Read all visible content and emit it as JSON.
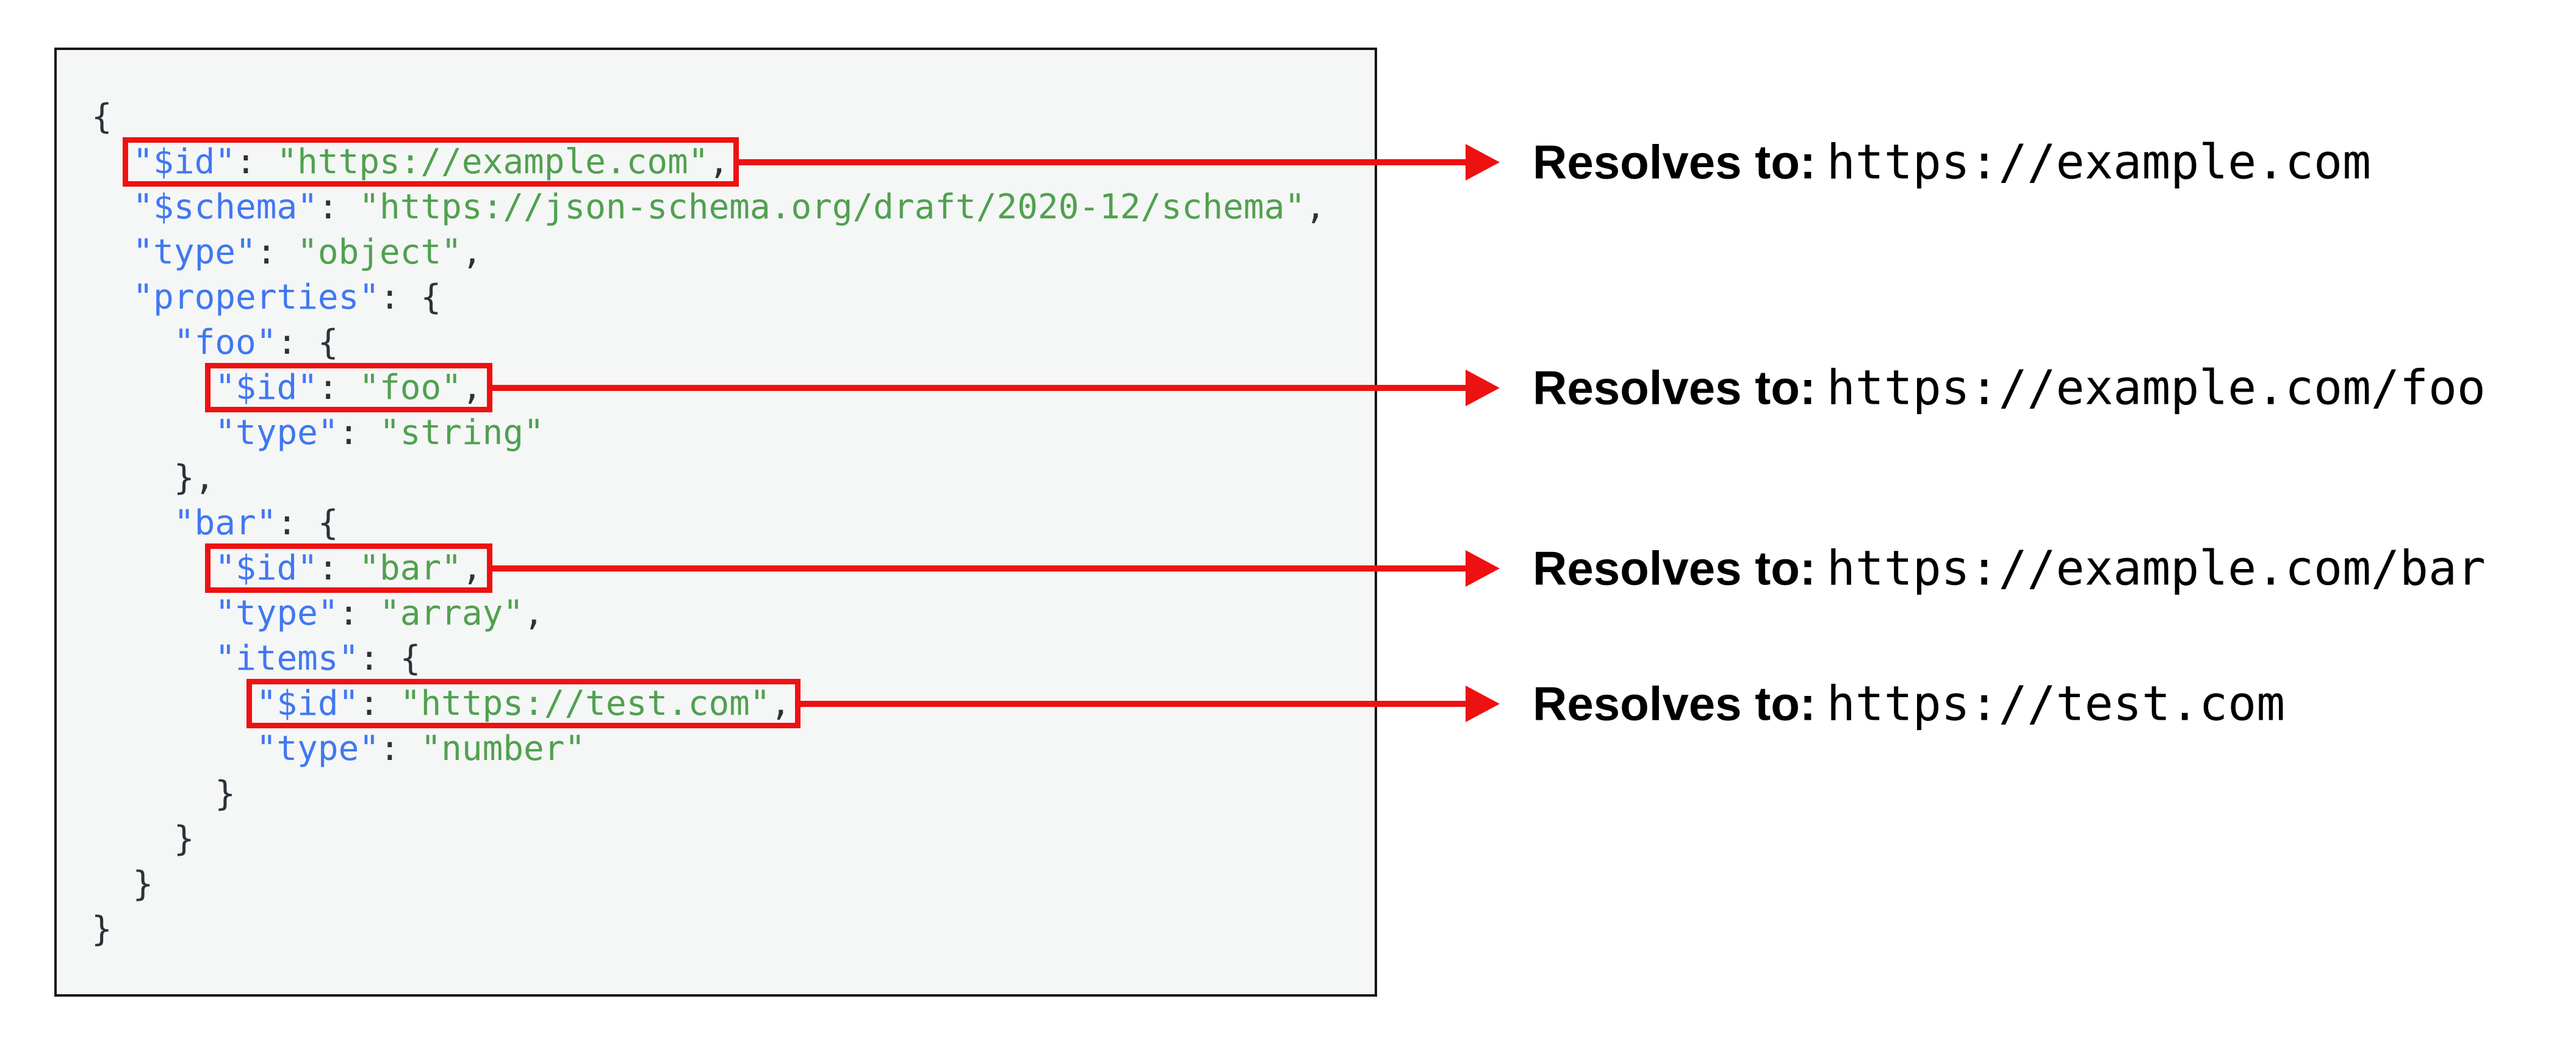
{
  "colors": {
    "accent": "#ee1111",
    "key": "#4078f2",
    "str": "#50a14f",
    "punct": "#2d3138",
    "code_bg": "#f5f6f6",
    "code_border": "#161616",
    "label_text": "#000000"
  },
  "code": {
    "language": "json",
    "lines": [
      {
        "indent": 0,
        "box": null,
        "tokens": [
          {
            "t": "p",
            "v": "{"
          }
        ]
      },
      {
        "indent": 2,
        "box": 0,
        "tokens": [
          {
            "t": "k",
            "v": "\"$id\""
          },
          {
            "t": "p",
            "v": ": "
          },
          {
            "t": "s",
            "v": "\"https://example.com\""
          },
          {
            "t": "p",
            "v": ","
          }
        ]
      },
      {
        "indent": 2,
        "box": null,
        "tokens": [
          {
            "t": "k",
            "v": "\"$schema\""
          },
          {
            "t": "p",
            "v": ": "
          },
          {
            "t": "s",
            "v": "\"https://json-schema.org/draft/2020-12/schema\""
          },
          {
            "t": "p",
            "v": ","
          }
        ]
      },
      {
        "indent": 2,
        "box": null,
        "tokens": [
          {
            "t": "k",
            "v": "\"type\""
          },
          {
            "t": "p",
            "v": ": "
          },
          {
            "t": "s",
            "v": "\"object\""
          },
          {
            "t": "p",
            "v": ","
          }
        ]
      },
      {
        "indent": 2,
        "box": null,
        "tokens": [
          {
            "t": "k",
            "v": "\"properties\""
          },
          {
            "t": "p",
            "v": ": {"
          }
        ]
      },
      {
        "indent": 4,
        "box": null,
        "tokens": [
          {
            "t": "k",
            "v": "\"foo\""
          },
          {
            "t": "p",
            "v": ": {"
          }
        ]
      },
      {
        "indent": 6,
        "box": 1,
        "tokens": [
          {
            "t": "k",
            "v": "\"$id\""
          },
          {
            "t": "p",
            "v": ": "
          },
          {
            "t": "s",
            "v": "\"foo\""
          },
          {
            "t": "p",
            "v": ","
          }
        ]
      },
      {
        "indent": 6,
        "box": null,
        "tokens": [
          {
            "t": "k",
            "v": "\"type\""
          },
          {
            "t": "p",
            "v": ": "
          },
          {
            "t": "s",
            "v": "\"string\""
          }
        ]
      },
      {
        "indent": 4,
        "box": null,
        "tokens": [
          {
            "t": "p",
            "v": "},"
          }
        ]
      },
      {
        "indent": 4,
        "box": null,
        "tokens": [
          {
            "t": "k",
            "v": "\"bar\""
          },
          {
            "t": "p",
            "v": ": {"
          }
        ]
      },
      {
        "indent": 6,
        "box": 2,
        "tokens": [
          {
            "t": "k",
            "v": "\"$id\""
          },
          {
            "t": "p",
            "v": ": "
          },
          {
            "t": "s",
            "v": "\"bar\""
          },
          {
            "t": "p",
            "v": ","
          }
        ]
      },
      {
        "indent": 6,
        "box": null,
        "tokens": [
          {
            "t": "k",
            "v": "\"type\""
          },
          {
            "t": "p",
            "v": ": "
          },
          {
            "t": "s",
            "v": "\"array\""
          },
          {
            "t": "p",
            "v": ","
          }
        ]
      },
      {
        "indent": 6,
        "box": null,
        "tokens": [
          {
            "t": "k",
            "v": "\"items\""
          },
          {
            "t": "p",
            "v": ": {"
          }
        ]
      },
      {
        "indent": 8,
        "box": 3,
        "tokens": [
          {
            "t": "k",
            "v": "\"$id\""
          },
          {
            "t": "p",
            "v": ": "
          },
          {
            "t": "s",
            "v": "\"https://test.com\""
          },
          {
            "t": "p",
            "v": ","
          }
        ]
      },
      {
        "indent": 8,
        "box": null,
        "tokens": [
          {
            "t": "k",
            "v": "\"type\""
          },
          {
            "t": "p",
            "v": ": "
          },
          {
            "t": "s",
            "v": "\"number\""
          }
        ]
      },
      {
        "indent": 6,
        "box": null,
        "tokens": [
          {
            "t": "p",
            "v": "}"
          }
        ]
      },
      {
        "indent": 4,
        "box": null,
        "tokens": [
          {
            "t": "p",
            "v": "}"
          }
        ]
      },
      {
        "indent": 2,
        "box": null,
        "tokens": [
          {
            "t": "p",
            "v": "}"
          }
        ]
      },
      {
        "indent": 0,
        "box": null,
        "tokens": [
          {
            "t": "p",
            "v": "}"
          }
        ]
      }
    ]
  },
  "annotations": [
    {
      "label": "Resolves to:",
      "url": "https://example.com"
    },
    {
      "label": "Resolves to:",
      "url": "https://example.com/foo"
    },
    {
      "label": "Resolves to:",
      "url": "https://example.com/bar"
    },
    {
      "label": "Resolves to:",
      "url": "https://test.com"
    }
  ]
}
